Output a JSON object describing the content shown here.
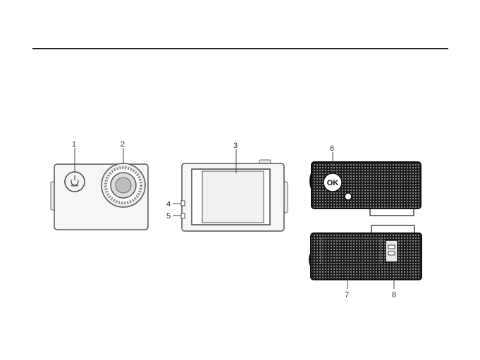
{
  "callouts": [
    "1",
    "2",
    "3",
    "4",
    "5",
    "6",
    "7",
    "8"
  ],
  "buttons": {
    "ok_label": "OK"
  },
  "colors": {
    "line": "#222222",
    "body_outline": "#555555",
    "body_fill": "#f6f6f6",
    "texture": "#1c1c1c"
  },
  "icons": {
    "power_button": "power-icon",
    "lens": "camera-lens",
    "screen": "lcd-screen",
    "ok_button": "ok-button-icon"
  }
}
